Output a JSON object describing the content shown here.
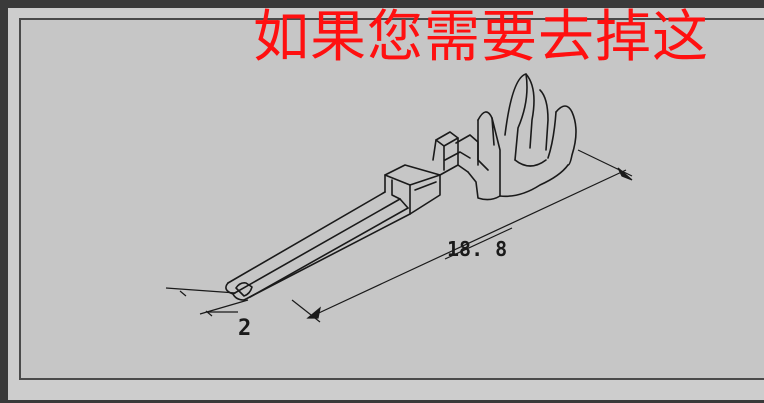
{
  "banner": {
    "text": "如果您需要去掉这"
  },
  "dimensions": {
    "length_label": "18. 8",
    "width_label": "2"
  },
  "colors": {
    "banner": "#ff1010",
    "frame": "#3a3a3a",
    "panel": "#c6c6c6",
    "line": "#1a1a1a"
  }
}
